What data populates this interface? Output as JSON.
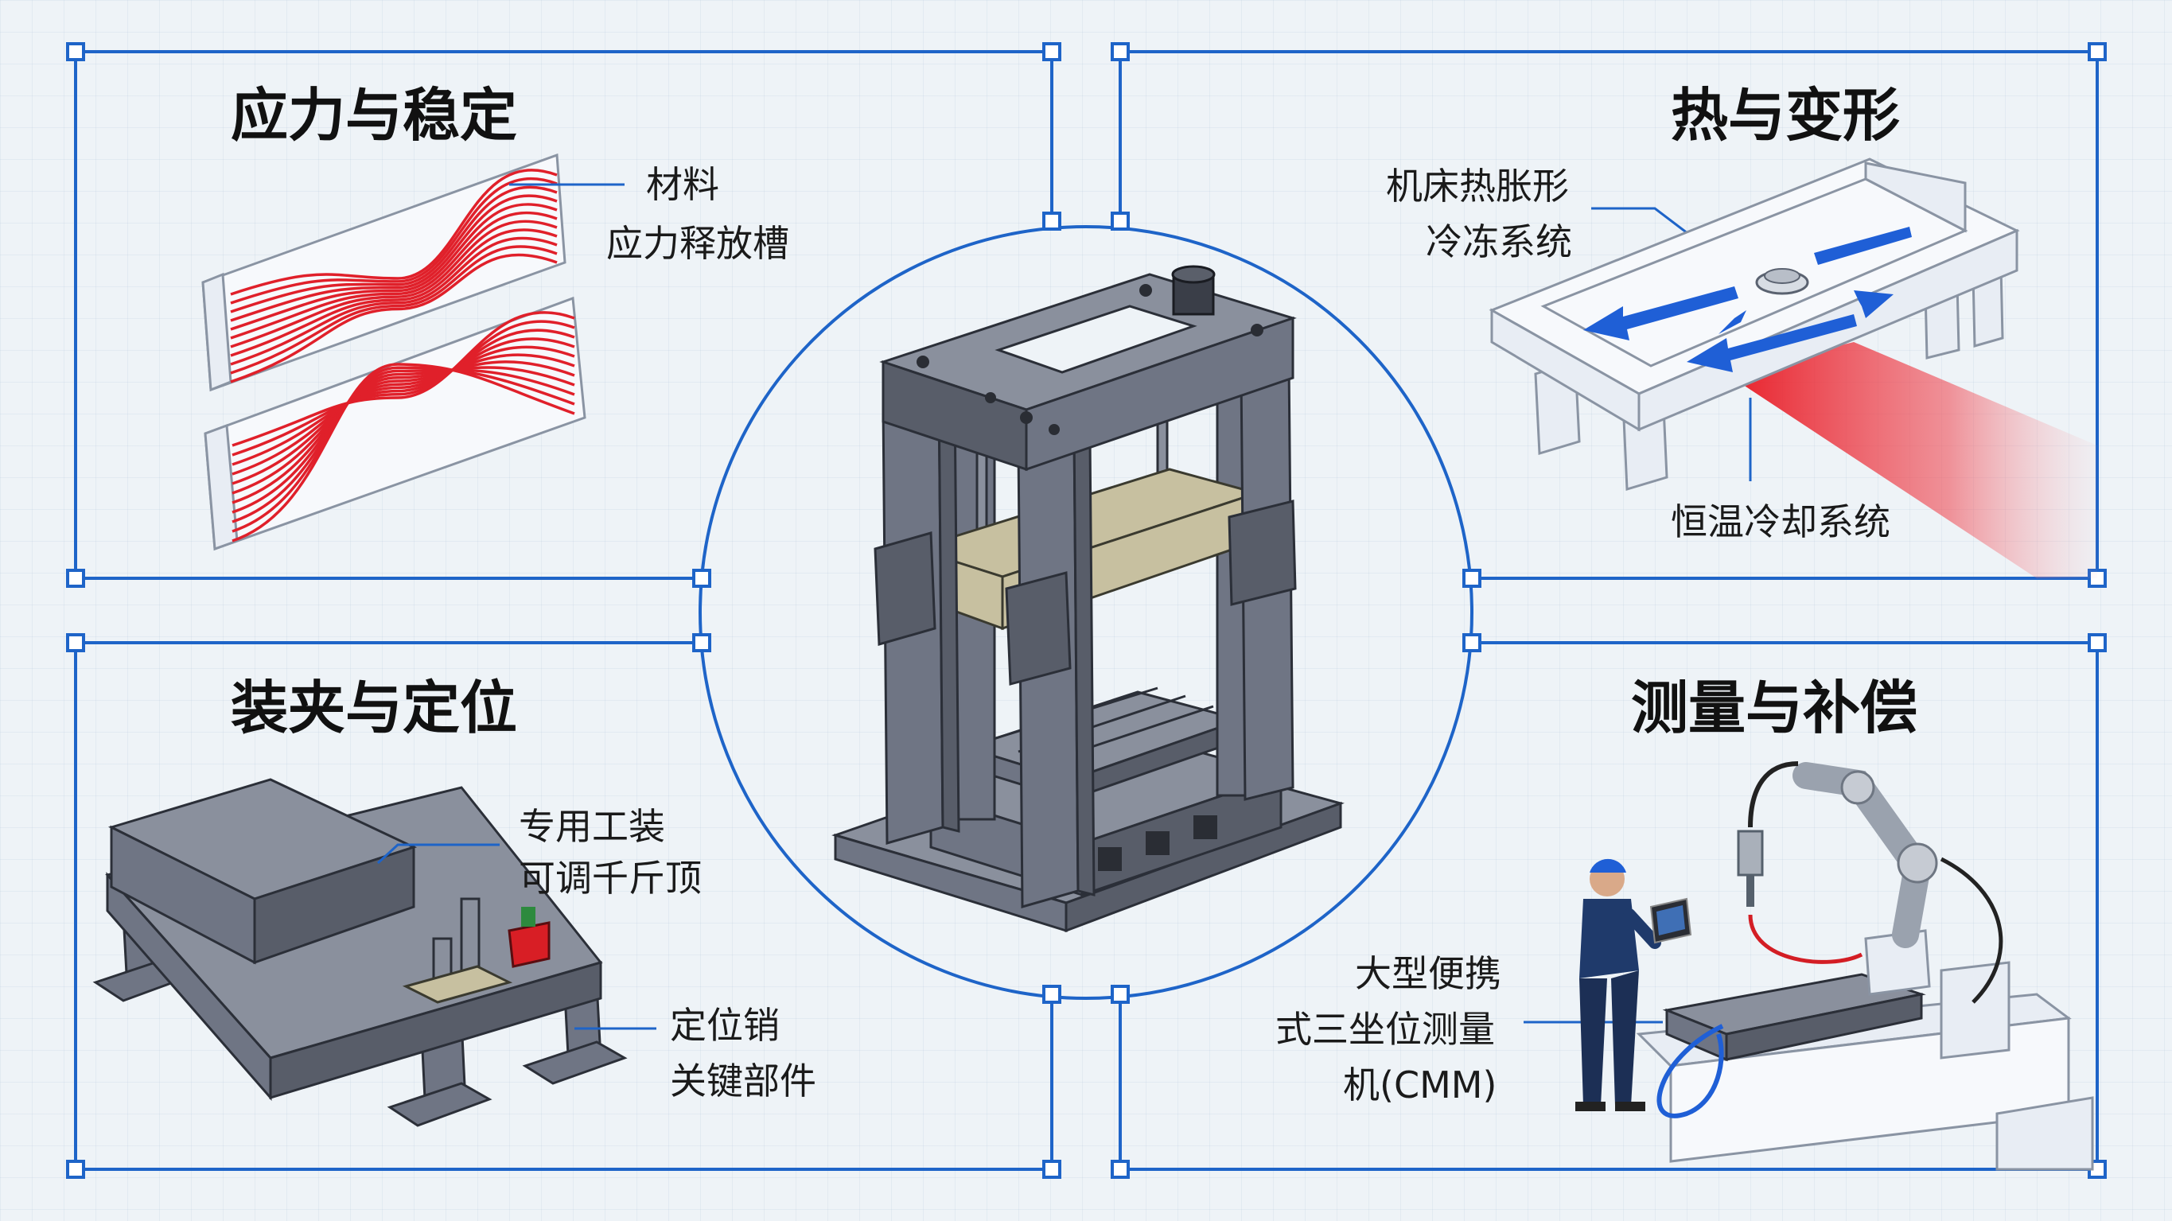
{
  "panels": {
    "stress": {
      "title": "应力与稳定",
      "label_lines": [
        "材料",
        "应力释放槽"
      ],
      "icon": "stress-relief-blocks"
    },
    "thermal": {
      "title": "热与变形",
      "label_top_lines": [
        "机床热胀形",
        "冷冻系统"
      ],
      "label_bottom": "恒温冷却系统",
      "icon": "machine-bed-with-heat-flow"
    },
    "fixture": {
      "title": "装夹与定位",
      "label_top_lines": [
        "专用工装",
        "可调千斤顶"
      ],
      "label_bottom_lines": [
        "定位销",
        "关键部件"
      ],
      "icon": "fixture-table"
    },
    "measure": {
      "title": "测量与补偿",
      "label_lines": [
        "大型便携",
        "式三坐位测量",
        "机(CMM)"
      ],
      "icon": "cmm-robot-operator"
    }
  },
  "center": {
    "icon": "four-column-press"
  },
  "colors": {
    "frame": "#1e64c8",
    "arrows": "#1f5fd6",
    "stress": "#e0202a",
    "heat": "#e8131d",
    "steel": "#6f7584",
    "background": "#eef3f7"
  }
}
